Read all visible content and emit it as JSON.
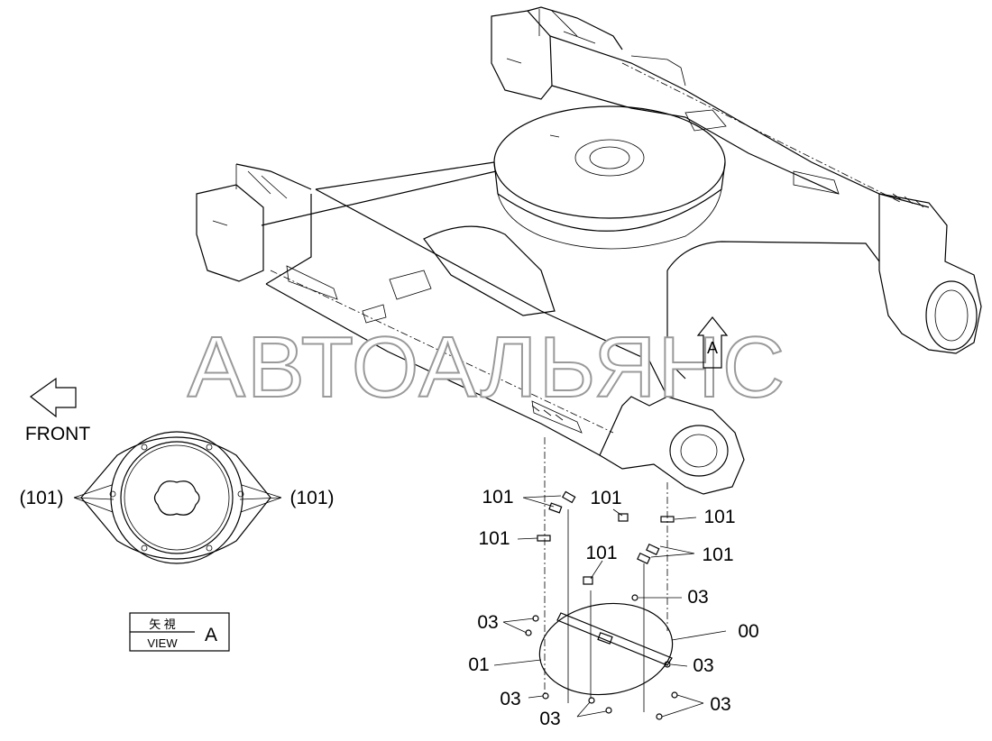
{
  "watermark": "АВТОАЛЬЯНС",
  "direction": {
    "label": "FRONT",
    "icon": "arrow-left-icon"
  },
  "view_marker": {
    "letter": "A",
    "icon": "arrow-up-icon"
  },
  "view_box": {
    "kanji": "矢 視",
    "caption": "VIEW",
    "letter": "A"
  },
  "detail_view": {
    "left_callout": "(101)",
    "right_callout": "(101)"
  },
  "callouts": {
    "c101_a": "101",
    "c101_b": "101",
    "c101_c": "101",
    "c101_d": "101",
    "c101_e": "101",
    "c101_f": "101",
    "c03_a": "03",
    "c03_b": "03",
    "c03_c": "03",
    "c03_d": "03",
    "c03_e": "03",
    "c03_f": "03",
    "c00": "00",
    "c01": "01"
  }
}
